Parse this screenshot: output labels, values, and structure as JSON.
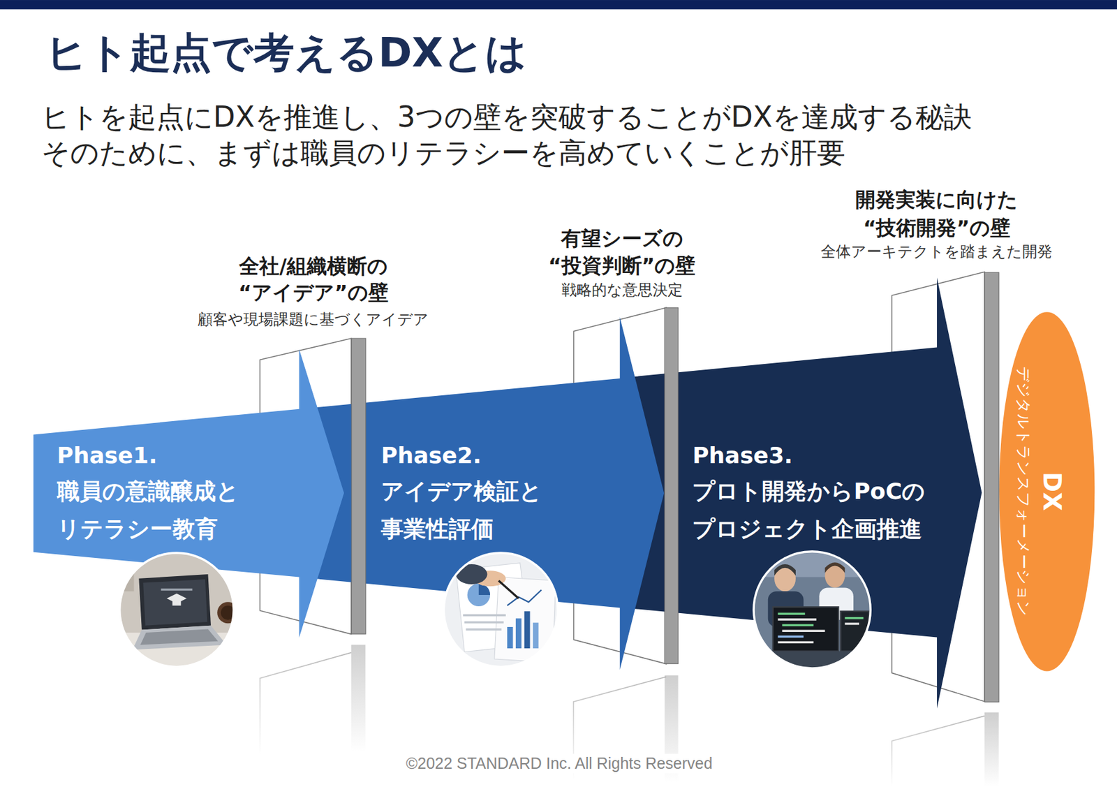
{
  "diagram": {
    "title": "ヒト起点で考えるDXとは",
    "nodes": [
      {
        "text": [
          "Phase1.",
          "職員の意識醸成と リテラシー教育"
        ]
      },
      {
        "text": [
          "全社/組織横断の “アイデア”の壁",
          "顧客や現場課題に基づくアイデア"
        ]
      },
      {
        "text": [
          "Phase2.",
          "アイデア検証と 事業性評価"
        ]
      },
      {
        "text": [
          "有望シーズの “投資判断”の壁",
          "戦略的な意思決定"
        ]
      },
      {
        "text": [
          "Phase3.",
          "プロト開発からPoCの プロジェクト企画推進"
        ]
      },
      {
        "text": [
          "開発実装に向けた “技術開発”の壁",
          "全体アーキテクトを踏まえた開発"
        ]
      },
      {
        "text": [
          "DX",
          "デジタルトランスフォーメーション"
        ]
      }
    ],
    "labels": [
      "ヒトを起点にDXを推進し、3つの壁を突破することがDXを達成する秘訣",
      "そのために、まずは職員のリテラシーを高めていくことが肝要",
      "©2022 STANDARD Inc. All Rights Reserved"
    ]
  }
}
